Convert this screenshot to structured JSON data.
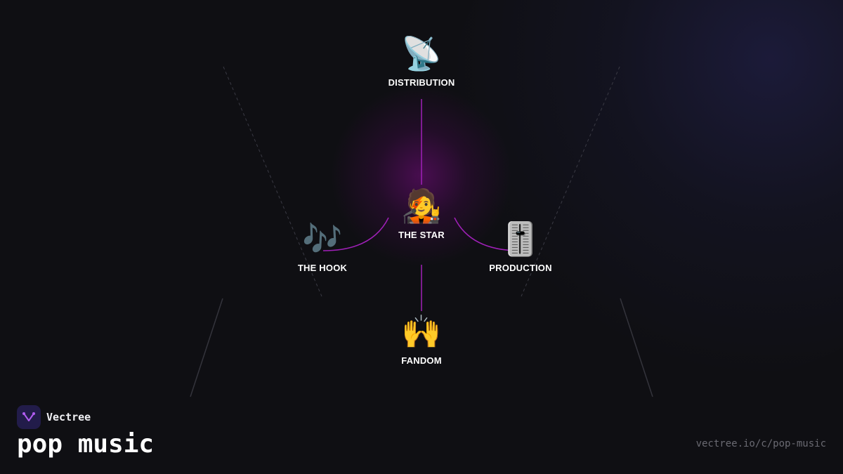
{
  "diagram": {
    "nodes": [
      {
        "id": "distribution",
        "label": "DISTRIBUTION",
        "icon": "📡",
        "icon_name": "satellite-antenna-icon"
      },
      {
        "id": "star",
        "label": "THE STAR",
        "icon": "🧑‍🎤",
        "icon_name": "singer-icon"
      },
      {
        "id": "hook",
        "label": "THE HOOK",
        "icon": "🎶",
        "icon_name": "music-notes-icon"
      },
      {
        "id": "production",
        "label": "PRODUCTION",
        "icon": "🎚️",
        "icon_name": "level-slider-icon"
      },
      {
        "id": "fandom",
        "label": "FANDOM",
        "icon": "🙌",
        "icon_name": "raised-hands-icon"
      }
    ],
    "edges": [
      {
        "from": "distribution",
        "to": "star"
      },
      {
        "from": "star",
        "to": "hook"
      },
      {
        "from": "star",
        "to": "production"
      },
      {
        "from": "star",
        "to": "fandom"
      }
    ]
  },
  "brand": {
    "name": "Vectree",
    "logo_icon": "vectree-logo-icon"
  },
  "page": {
    "title": "pop music",
    "url": "vectree.io/c/pop-music"
  },
  "colors": {
    "background": "#0f0f13",
    "edge": "#a020b8",
    "glow": "#7a0c82",
    "label": "#ffffff",
    "url": "#6a6a72",
    "logo_bg": "#221c4a",
    "logo_mark": "#b05cf0"
  }
}
